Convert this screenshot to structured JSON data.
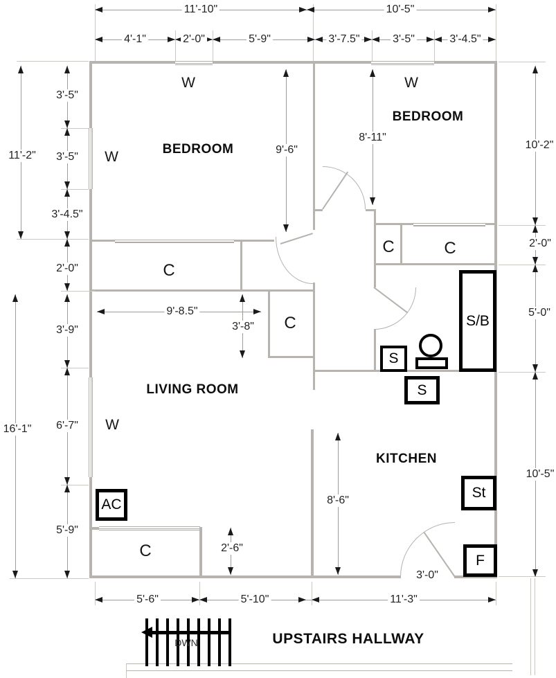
{
  "rooms": {
    "bedroom_left": "BEDROOM",
    "bedroom_right": "BEDROOM",
    "living_room": "LIVING ROOM",
    "kitchen": "KITCHEN",
    "hallway": "UPSTAIRS HALLWAY"
  },
  "markers": {
    "window": "W",
    "closet": "C",
    "stairs_down": "DWN"
  },
  "fixtures": {
    "ac": "AC",
    "shower_bath": "S/B",
    "sink": "S",
    "stove": "St",
    "refrigerator": "F"
  },
  "dimensions": {
    "top": {
      "overall_left": "11'-10\"",
      "overall_right": "10'-5\"",
      "segments_left": [
        "4'-1\"",
        "2'-0\"",
        "5'-9\""
      ],
      "segments_right": [
        "3'-7.5\"",
        "3'-5\"",
        "3'-4.5\""
      ]
    },
    "left": {
      "overall_top": "11'-2\"",
      "top_segments": [
        "3'-5\"",
        "3'-5\"",
        "3'-4.5\"",
        "2'-0\""
      ],
      "overall_bottom": "16'-1\"",
      "bottom_segments": [
        "3'-9\"",
        "6'-7\"",
        "5'-9\""
      ]
    },
    "right": {
      "segments": [
        "10'-2\"",
        "2'-0\"",
        "5'-0\"",
        "10'-5\""
      ]
    },
    "bottom": {
      "segments": [
        "5'-6\"",
        "5'-10\"",
        "11'-3\""
      ]
    },
    "interior": {
      "closet_width": "9'-8.5\"",
      "closet_depth": "3'-8\"",
      "bedroom_left_depth": "9'-6\"",
      "bedroom_right_depth": "8'-11\"",
      "kitchen_depth": "8'-6\"",
      "lower_closet_depth": "2'-6\"",
      "kitchen_door_width": "3'-0\""
    }
  },
  "colors": {
    "wall": "#b7b4b0",
    "fixture_outline": "#000000",
    "dimension_text": "#222222"
  }
}
